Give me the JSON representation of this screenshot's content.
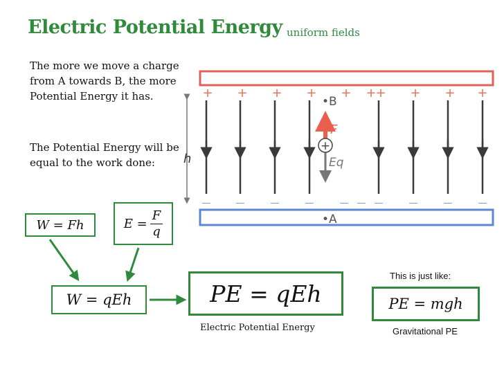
{
  "slide": {
    "title": "Electric Potential Energy",
    "subtitle": "uniform fields",
    "paragraph1": "The more we move a charge from A towards B, the more Potential Energy it has.",
    "paragraph2": "The Potential Energy will be equal to the work done:"
  },
  "diagram": {
    "plus_signs": [
      "+",
      "+",
      "+",
      "+",
      "+",
      "+",
      "+",
      "+",
      "+",
      "+"
    ],
    "minus_signs": [
      "—",
      "—",
      "—",
      "—",
      "—",
      "—",
      "—",
      "—",
      "—",
      "—"
    ],
    "label_B": "•B",
    "label_A": "•A",
    "label_F": "F",
    "label_Eq": "Eq",
    "label_h": "h",
    "charge_symbol": "+",
    "colors": {
      "top_plate": "#e0605a",
      "bottom_plate": "#5a86d4",
      "plus": "#e8745a",
      "minus": "#6e9ad6",
      "field_line": "#3a3a3a",
      "force_up": "#e8604e",
      "force_down": "#777777"
    }
  },
  "equations": {
    "work": "W = Fh",
    "field_lhs": "E =",
    "field_num": "F",
    "field_den": "q",
    "work_combined": "W = qEh",
    "pe_electric": "PE = qEh",
    "pe_gravity": "PE = mgh"
  },
  "captions": {
    "just_like": "This is just like:",
    "electric": "Electric Potential Energy",
    "gravity": "Gravitational PE"
  },
  "colors": {
    "accent": "#2f8a3c",
    "text": "#111111"
  }
}
